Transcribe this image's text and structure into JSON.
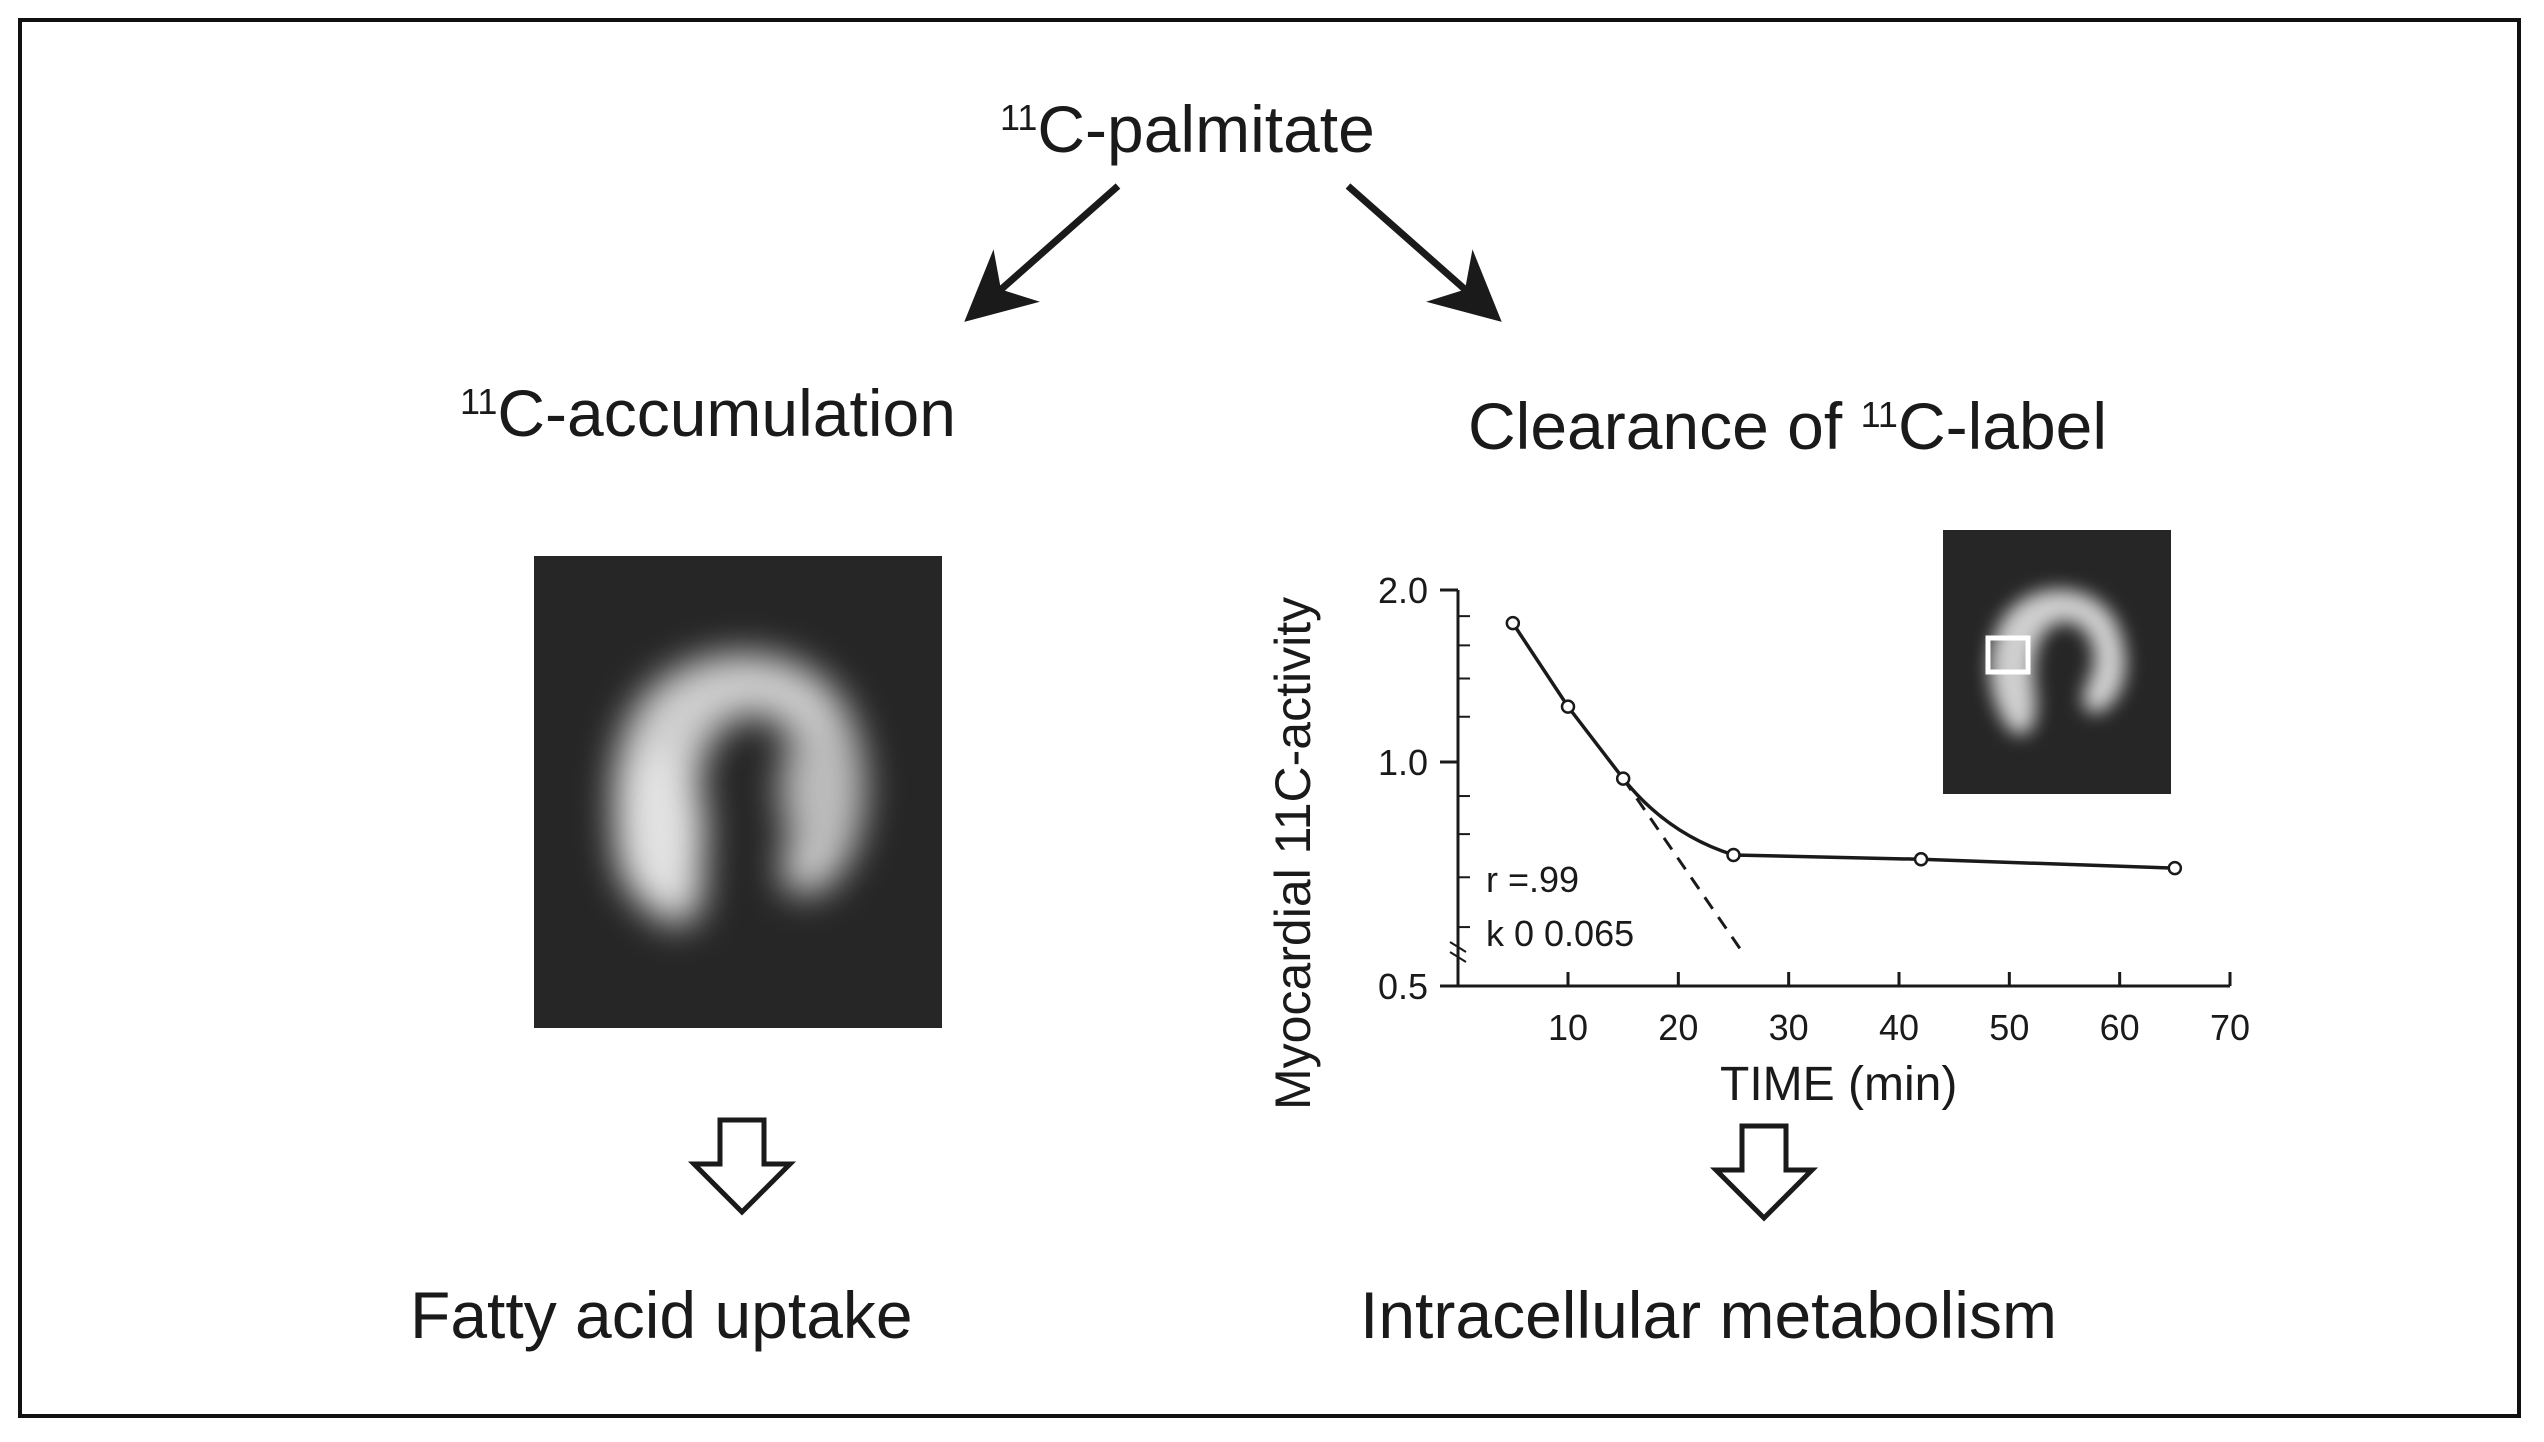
{
  "top": {
    "isotope_sup": "11",
    "text": "C-palmitate"
  },
  "left": {
    "heading_sup": "11",
    "heading_text": "C-accumulation",
    "result": "Fatty acid uptake"
  },
  "right": {
    "heading_pre": "Clearance of ",
    "heading_sup": "11",
    "heading_post": "C-label",
    "result": "Intracellular metabolism"
  },
  "chart_data": {
    "type": "line",
    "title": "",
    "xlabel": "TIME (min)",
    "ylabel": "Myocardial 11C-activity",
    "y_scale": "log",
    "xlim": [
      0,
      70
    ],
    "ylim": [
      0.5,
      2.0
    ],
    "x_ticks": [
      10,
      20,
      30,
      40,
      50,
      60,
      70
    ],
    "y_ticks": [
      {
        "value": 0.5,
        "label": "0.5"
      },
      {
        "value": 1.0,
        "label": "1.0"
      },
      {
        "value": 2.0,
        "label": "2.0"
      }
    ],
    "series": [
      {
        "x": [
          5,
          10,
          15,
          25,
          42,
          65
        ],
        "values": [
          1.75,
          1.25,
          0.95,
          0.75,
          0.74,
          0.72
        ]
      }
    ],
    "fit_line": {
      "x": [
        15,
        26
      ],
      "values": [
        0.95,
        0.55
      ],
      "style": "dashed"
    },
    "annotations": [
      "r =.99",
      "k 0 0.065"
    ]
  }
}
